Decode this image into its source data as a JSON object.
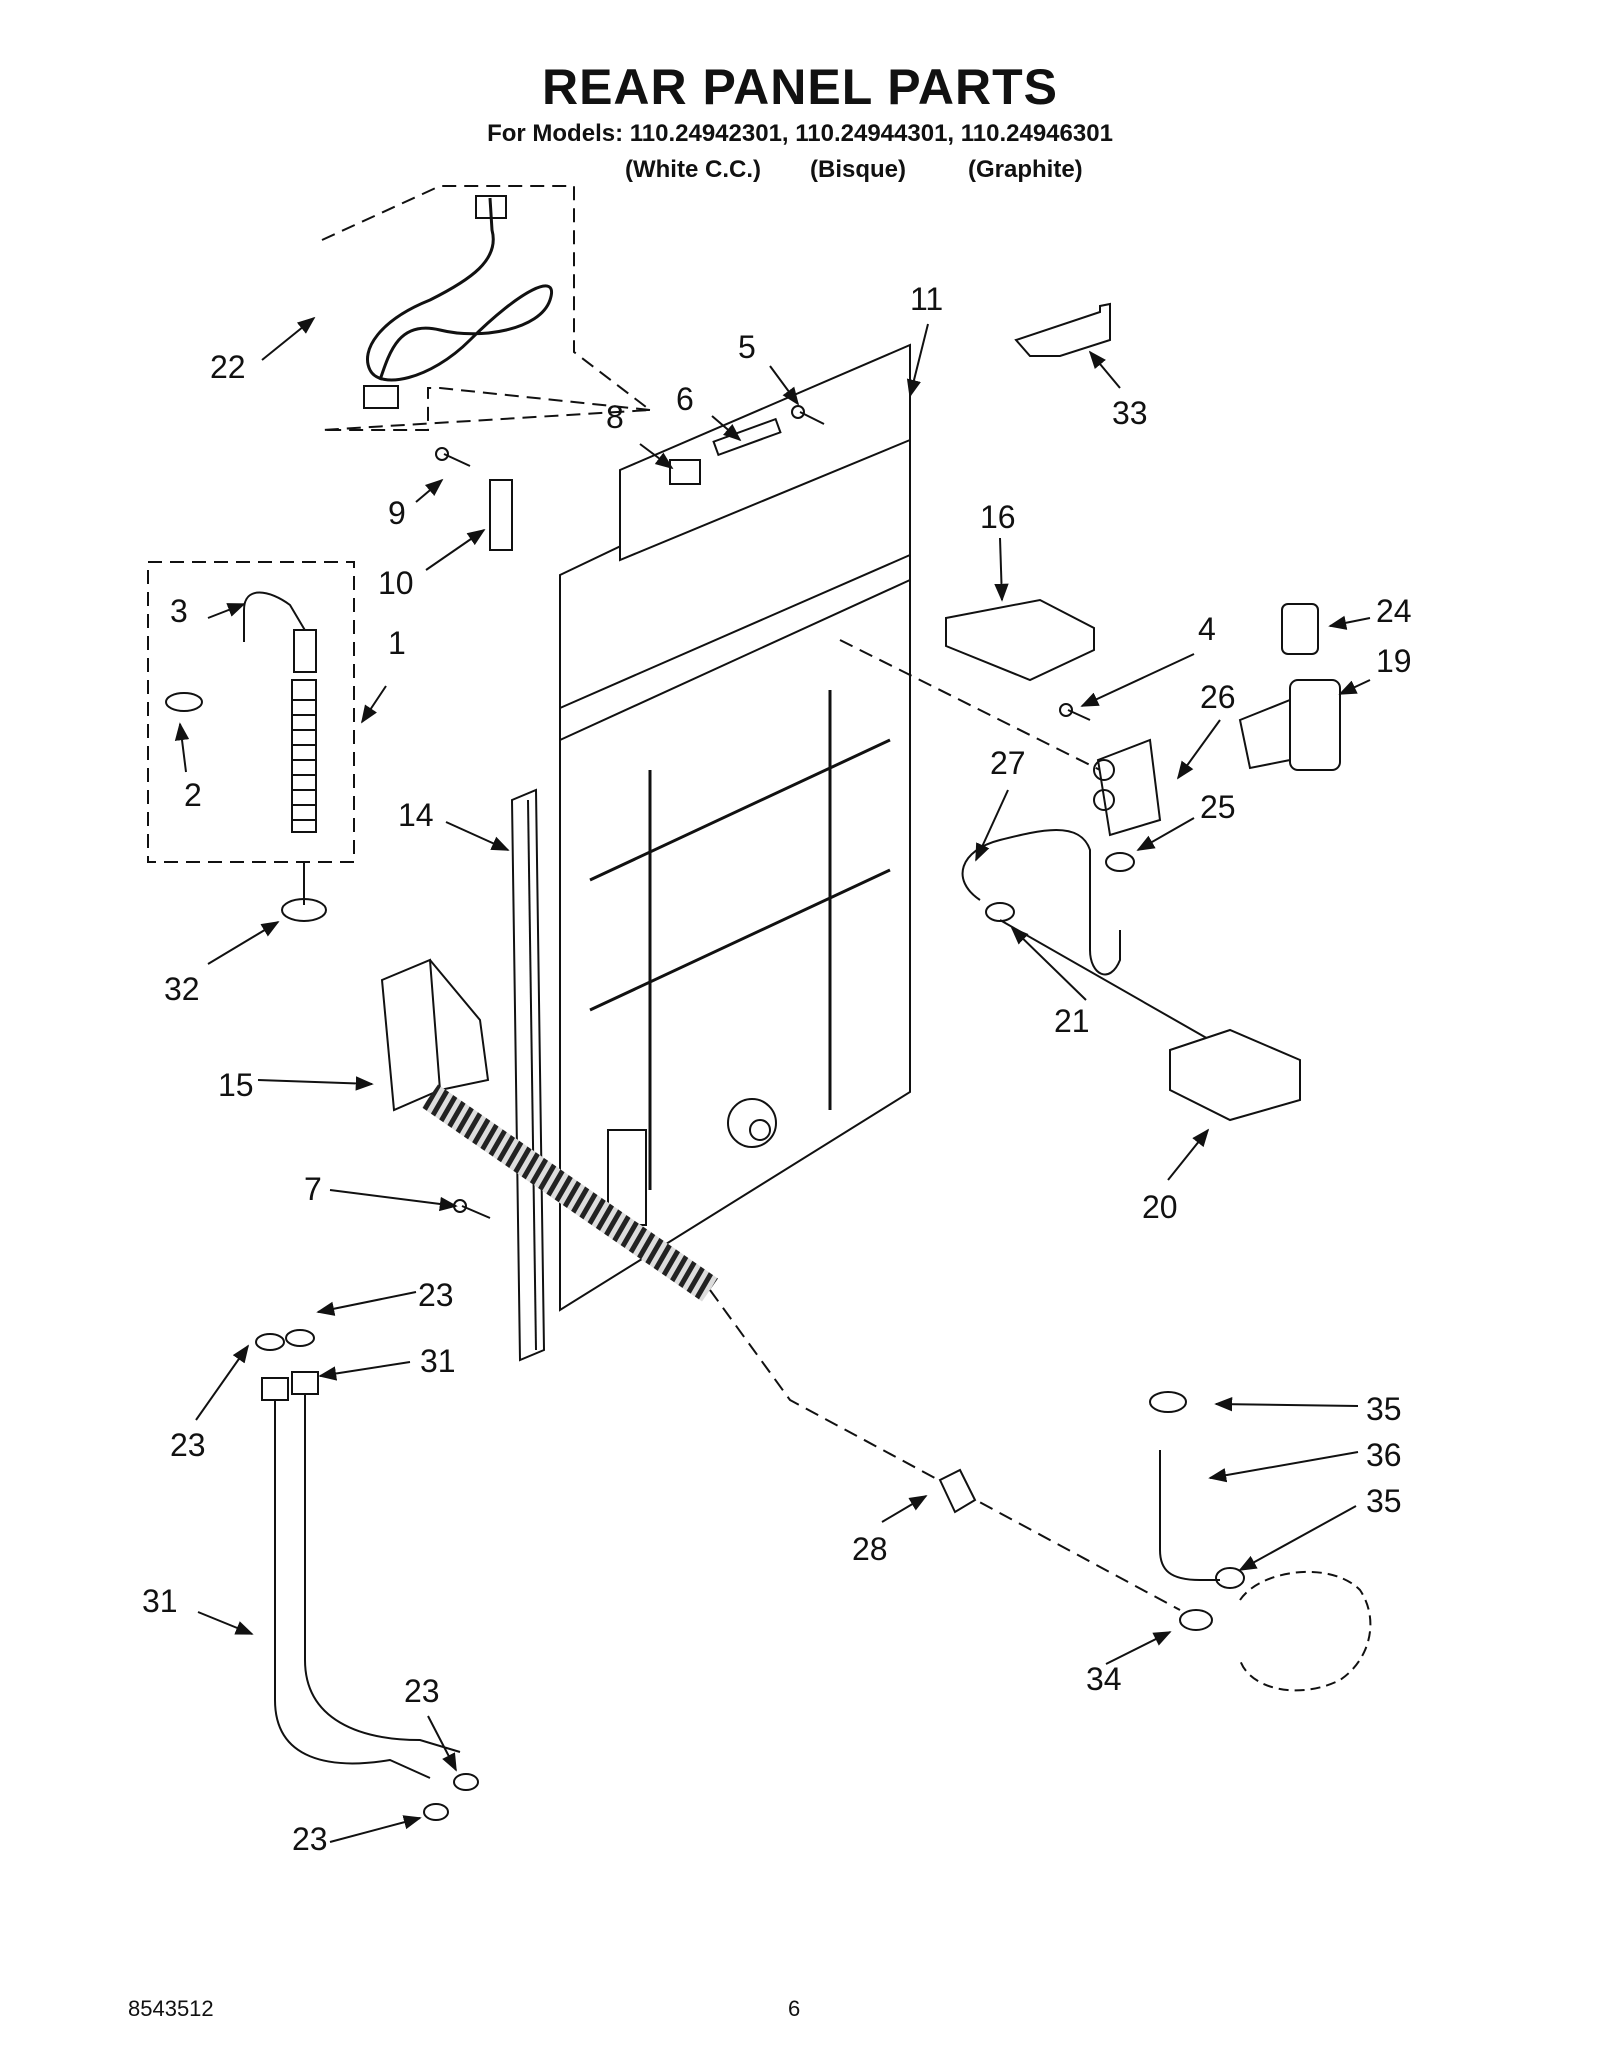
{
  "header": {
    "title": "REAR PANEL PARTS",
    "models_line": "For Models: 110.24942301, 110.24944301, 110.24946301",
    "variants": [
      "(White C.C.)",
      "(Bisque)",
      "(Graphite)"
    ]
  },
  "callouts": [
    "22",
    "5",
    "11",
    "33",
    "6",
    "8",
    "9",
    "10",
    "3",
    "1",
    "2",
    "16",
    "24",
    "4",
    "19",
    "26",
    "27",
    "25",
    "14",
    "32",
    "21",
    "15",
    "20",
    "7",
    "23",
    "23",
    "31",
    "23",
    "35",
    "36",
    "35",
    "28",
    "31",
    "23",
    "34",
    "23"
  ],
  "footer": {
    "doc_number": "8543512",
    "page_number": "6"
  }
}
